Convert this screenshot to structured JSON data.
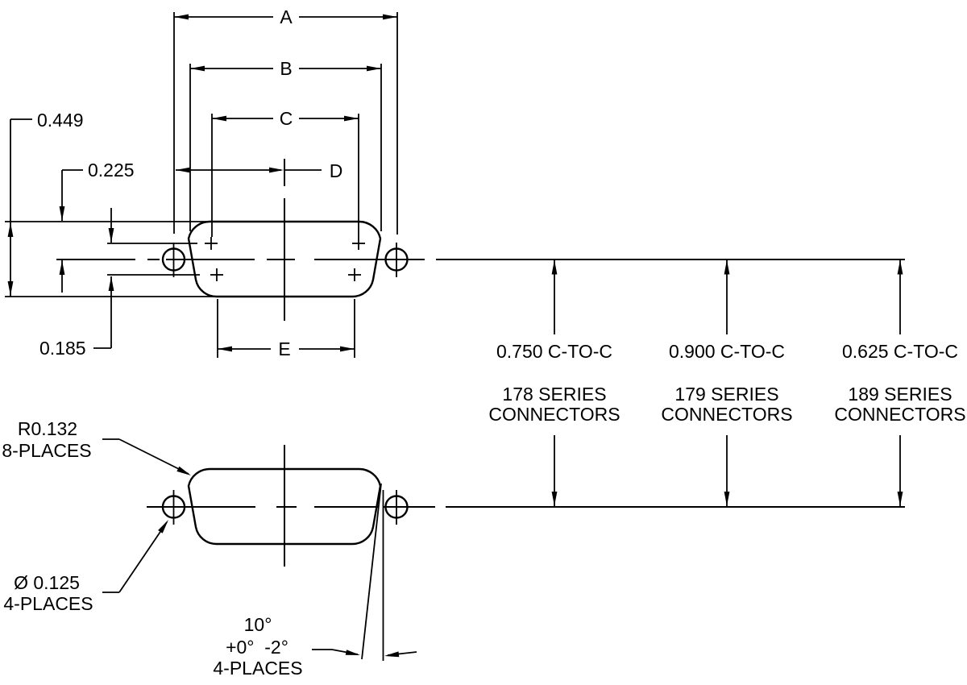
{
  "drawing": {
    "dim_letters": {
      "a": "A",
      "b": "B",
      "c": "C",
      "d": "D",
      "e": "E"
    },
    "left_dims": {
      "overall_height": "0.449",
      "half_height": "0.225",
      "row_spacing": "0.185"
    },
    "callouts": {
      "corner_radius_line1": "R0.132",
      "corner_radius_line2": "8-PLACES",
      "hole_dia_line1": "Ø 0.125",
      "hole_dia_line2": "4-PLACES",
      "angle_line1": "10°",
      "angle_line2": "+0°  -2°",
      "angle_line3": "4-PLACES"
    },
    "series": [
      {
        "ctoc": "0.750 C-TO-C",
        "series_line1": "178 SERIES",
        "series_line2": "CONNECTORS"
      },
      {
        "ctoc": "0.900 C-TO-C",
        "series_line1": "179 SERIES",
        "series_line2": "CONNECTORS"
      },
      {
        "ctoc": "0.625 C-TO-C",
        "series_line1": "189 SERIES",
        "series_line2": "CONNECTORS"
      }
    ],
    "colors": {
      "line": "#000000",
      "background": "#ffffff"
    }
  }
}
